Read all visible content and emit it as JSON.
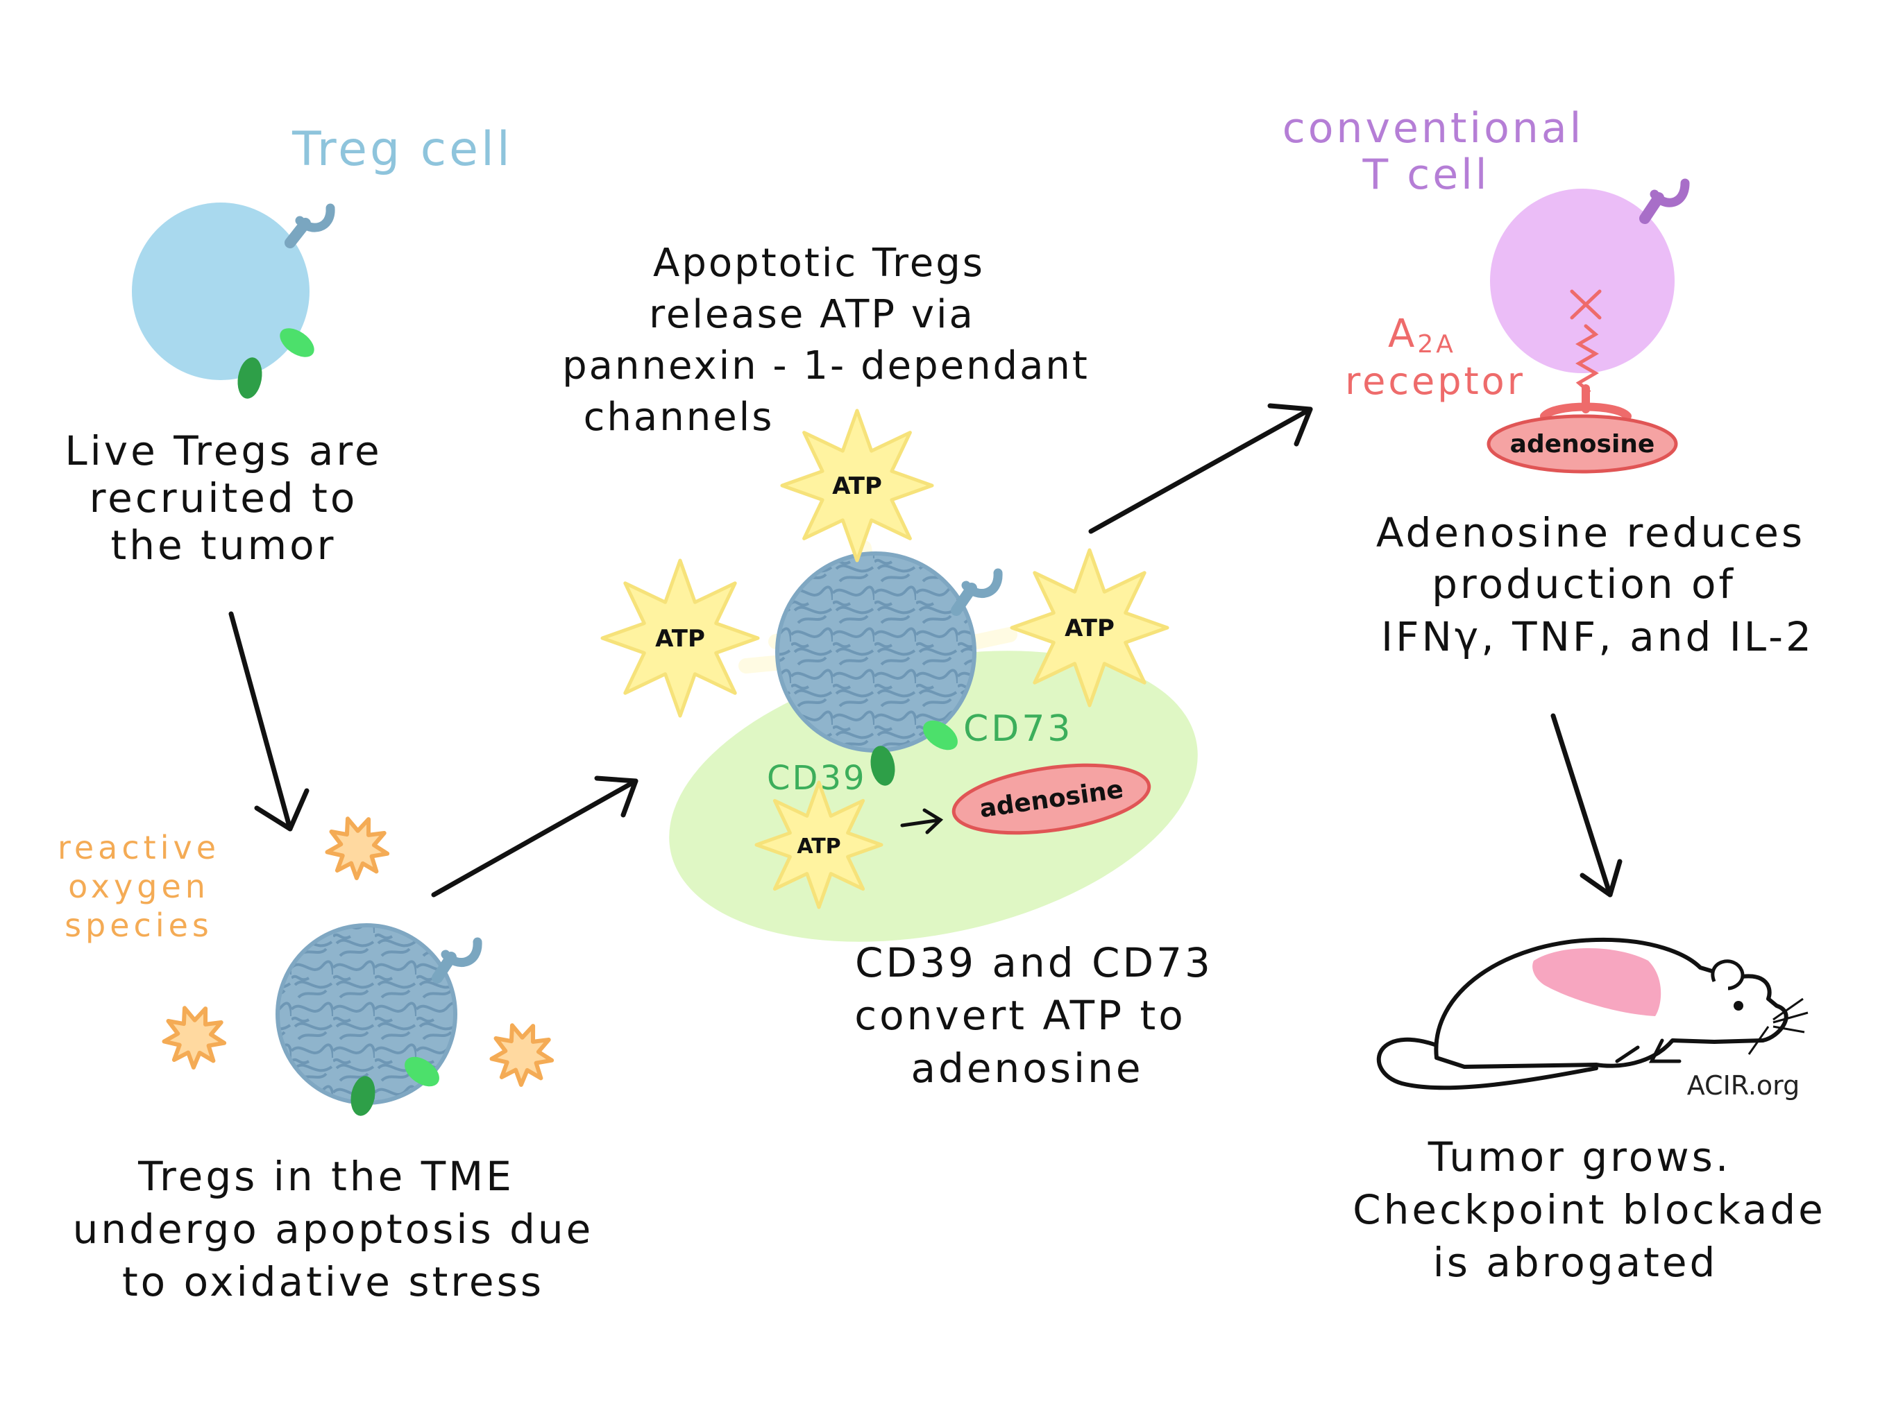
{
  "colors": {
    "treg_blue": "#a9d9ee",
    "treg_label": "#8ec4dc",
    "apoptotic_cell": "#8fb4cc",
    "ectoenzyme_green": "#3ea853",
    "cd_label_green": "#3cae5b",
    "ros_orange": "#f4ab55",
    "atp_yellow": "#fff3a0",
    "tme_green": "#dff7c4",
    "adenosine_pink": "#f5a3a3",
    "conventional_purple": "#ebbdf7",
    "receptor_red": "#ee6b6b",
    "tumor_pink": "#f7a6c0"
  },
  "treg": {
    "title": "Treg cell",
    "caption": [
      "Live Tregs are",
      "recruited to",
      "the tumor"
    ]
  },
  "ros": {
    "label": [
      "reactive",
      "oxygen",
      "species"
    ],
    "caption": [
      "Tregs in the TME",
      "undergo apoptosis due",
      "to oxidative stress"
    ]
  },
  "apoptotic": {
    "caption": [
      "Apoptotic Tregs",
      "release ATP via",
      "pannexin - 1- dependant",
      "channels"
    ],
    "atp_label": "ATP"
  },
  "conversion": {
    "cd39_label": "CD39",
    "cd73_label": "CD73",
    "adenosine_label": "adenosine",
    "caption": [
      "CD39 and CD73",
      "convert ATP to",
      "adenosine"
    ]
  },
  "conventional": {
    "title": [
      "conventional",
      "T cell"
    ],
    "receptor_label": [
      "A2A",
      "receptor"
    ],
    "adenosine_label": "adenosine",
    "caption": [
      "Adenosine reduces",
      "production of",
      "IFNγ, TNF, and IL-2"
    ]
  },
  "outcome": {
    "watermark": "ACIR.org",
    "caption": [
      "Tumor grows.",
      "Checkpoint blockade",
      "is abrogated"
    ]
  }
}
